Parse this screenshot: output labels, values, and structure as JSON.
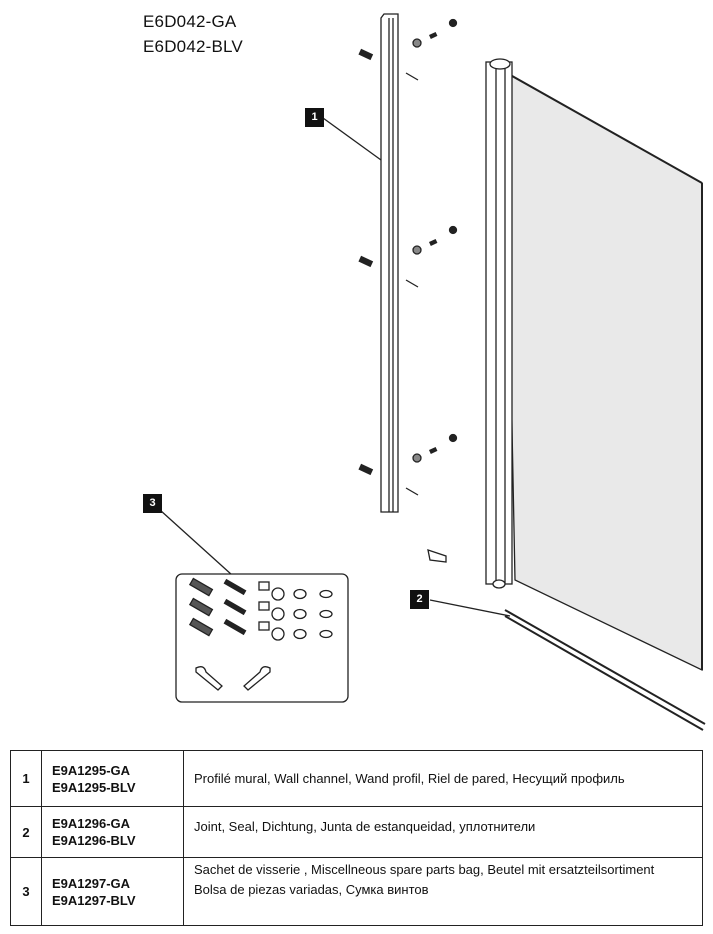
{
  "header": {
    "model_codes": [
      "E6D042-GA",
      "E6D042-BLV"
    ]
  },
  "callouts": [
    "1",
    "2",
    "3"
  ],
  "parts_table": [
    {
      "number": "1",
      "codes": [
        "E9A1295-GA",
        "E9A1295-BLV"
      ],
      "description": [
        "Profilé mural, Wall channel, Wand profil, Riel de pared, Несущий профиль"
      ]
    },
    {
      "number": "2",
      "codes": [
        "E9A1296-GA",
        "E9A1296-BLV"
      ],
      "description": [
        "Joint, Seal, Dichtung, Junta de estanqueidad, уплотнители"
      ]
    },
    {
      "number": "3",
      "codes": [
        "E9A1297-GA",
        "E9A1297-BLV"
      ],
      "description": [
        "Sachet de visserie , Miscellneous spare parts bag, Beutel mit ersatzteilsortiment",
        "Bolsa de piezas variadas, Сумка винтов"
      ]
    }
  ],
  "colors": {
    "glass": "#e9e9e9",
    "line": "#222222"
  }
}
